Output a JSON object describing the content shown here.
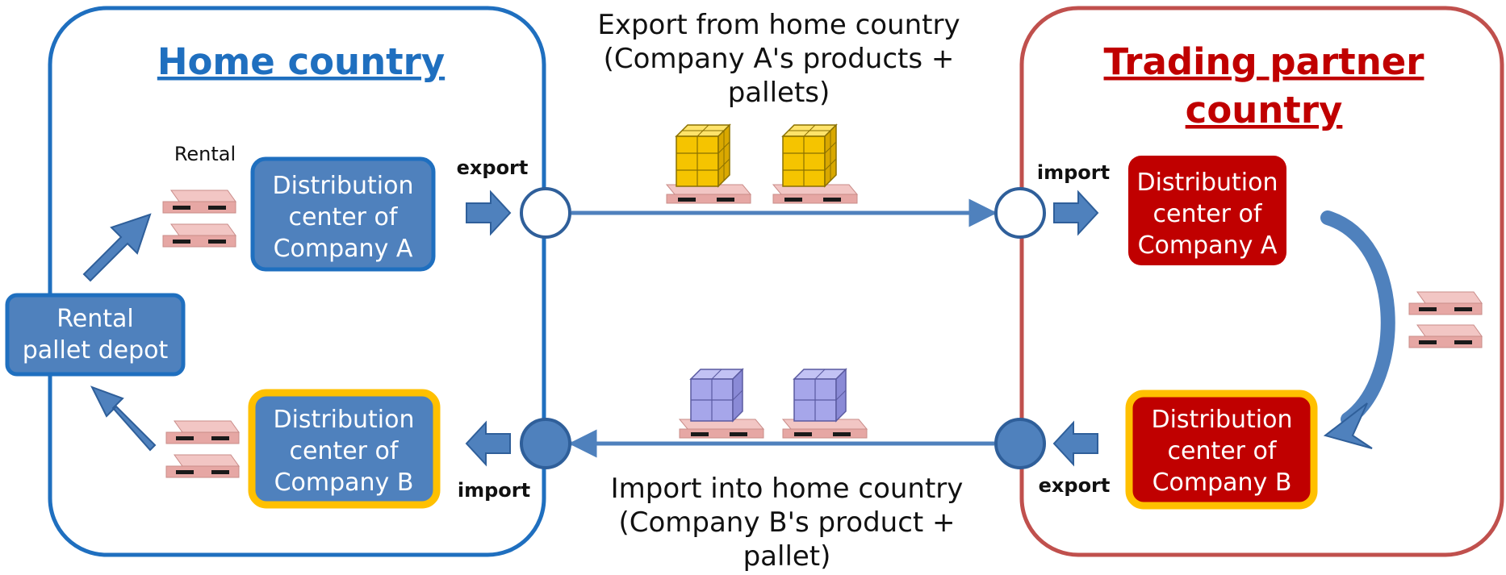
{
  "colors": {
    "home_border": "#1f6fbf",
    "partner_border": "#c0504d",
    "home_title": "#1f6fbf",
    "partner_title": "#c00000",
    "blue_box": "#4f81bd",
    "blue_box_border": "#1f6fbf",
    "red_box": "#c00000",
    "yellow_border": "#ffc000",
    "arrow_blue": "#4f81bd",
    "flow_line": "#4f81bd",
    "pallet": "#e6a7a4",
    "pallet_slot": "#1a1a1a",
    "cargo_yellow": "#f5c400",
    "cargo_purple": "#a6a6ea"
  },
  "home": {
    "title": "Home country",
    "rental_label": "Rental",
    "depot_label": [
      "Rental",
      "pallet depot"
    ],
    "dc_a_label": [
      "Distribution",
      "center of",
      "Company A"
    ],
    "dc_b_label": [
      "Distribution",
      "center of",
      "Company B"
    ],
    "export_label": "export",
    "import_label": "import"
  },
  "partner": {
    "title": [
      "Trading partner",
      "country"
    ],
    "dc_a_label": [
      "Distribution",
      "center of",
      "Company A"
    ],
    "dc_b_label": [
      "Distribution",
      "center of",
      "Company B"
    ],
    "import_label": "import",
    "export_label": "export"
  },
  "flows": {
    "export_text": [
      "Export from home country",
      "(Company A's products +",
      "pallets)"
    ],
    "import_text": [
      "Import into home country",
      "(Company B's product +",
      "pallet)"
    ]
  },
  "icons": {
    "pallet": "pallet-icon",
    "loaded_pallet_yellow": "yellow-cargo-pallet-icon",
    "loaded_pallet_purple": "purple-cargo-pallet-icon",
    "block_arrow": "block-arrow-icon",
    "port_open": "open-port-circle-icon",
    "port_filled": "filled-port-circle-icon"
  }
}
